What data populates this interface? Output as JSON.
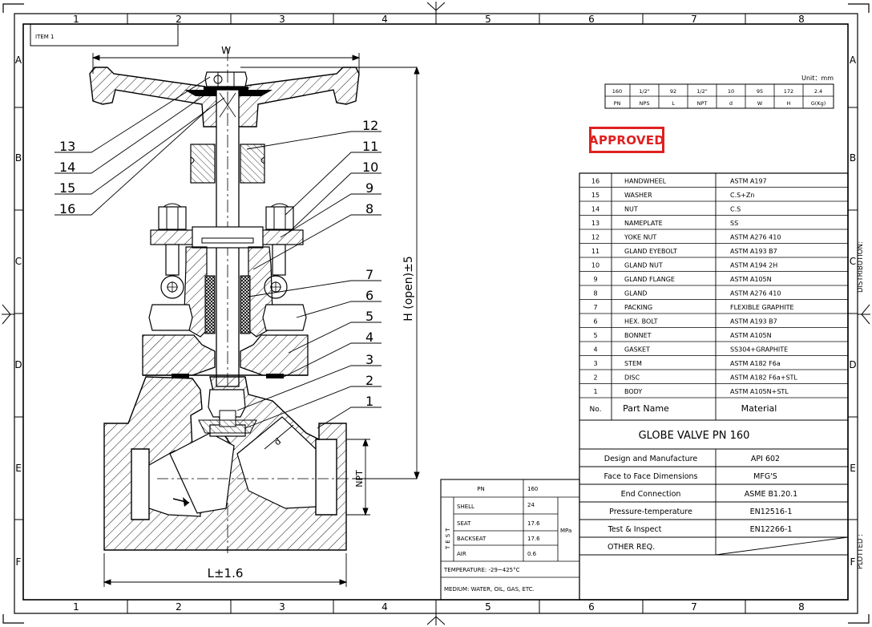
{
  "border": {
    "columns": [
      "1",
      "2",
      "3",
      "4",
      "5",
      "6",
      "7",
      "8"
    ],
    "rows": [
      "A",
      "B",
      "C",
      "D",
      "E",
      "F"
    ],
    "right_labels": [
      "DISTRIBUTION:",
      "PLOTTED :"
    ]
  },
  "drawing": {
    "item_label": "ITEM 1",
    "dim_w": "W",
    "dim_h": "H (open)±5",
    "dim_l": "L±1.6",
    "dim_npt": "NPT",
    "dim_d": "d",
    "balloons": [
      "1",
      "2",
      "3",
      "4",
      "5",
      "6",
      "7",
      "8",
      "9",
      "10",
      "11",
      "12",
      "13",
      "14",
      "15",
      "16"
    ]
  },
  "dimension_table": {
    "unit": "Unit：mm",
    "values": [
      "160",
      "1/2\"",
      "92",
      "1/2\"",
      "10",
      "95",
      "172",
      "2.4"
    ],
    "headers": [
      "PN",
      "NPS",
      "L",
      "NPT",
      "d",
      "W",
      "H",
      "G(Kg)"
    ]
  },
  "stamp": "APPROVED",
  "parts": {
    "rows": [
      {
        "no": "16",
        "name": "HANDWHEEL",
        "material": "ASTM A197"
      },
      {
        "no": "15",
        "name": "WASHER",
        "material": "C.S+Zn"
      },
      {
        "no": "14",
        "name": "NUT",
        "material": "C.S"
      },
      {
        "no": "13",
        "name": "NAMEPLATE",
        "material": "SS"
      },
      {
        "no": "12",
        "name": "YOKE NUT",
        "material": "ASTM A276 410"
      },
      {
        "no": "11",
        "name": "GLAND EYEBOLT",
        "material": "ASTM A193 B7"
      },
      {
        "no": "10",
        "name": "GLAND NUT",
        "material": "ASTM A194 2H"
      },
      {
        "no": "9",
        "name": "GLAND FLANGE",
        "material": "ASTM A105N"
      },
      {
        "no": "8",
        "name": "GLAND",
        "material": "ASTM A276 410"
      },
      {
        "no": "7",
        "name": "PACKING",
        "material": "FLEXIBLE GRAPHITE"
      },
      {
        "no": "6",
        "name": "HEX. BOLT",
        "material": "ASTM A193 B7"
      },
      {
        "no": "5",
        "name": "BONNET",
        "material": "ASTM A105N"
      },
      {
        "no": "4",
        "name": "GASKET",
        "material": "SS304+GRAPHITE"
      },
      {
        "no": "3",
        "name": "STEM",
        "material": "ASTM A182 F6a"
      },
      {
        "no": "2",
        "name": "DISC",
        "material": "ASTM A182 F6a+STL"
      },
      {
        "no": "1",
        "name": "BODY",
        "material": "ASTM A105N+STL"
      }
    ],
    "header": {
      "no": "No.",
      "name": "Part Name",
      "material": "Material"
    }
  },
  "title": "GLOBE VALVE PN 160",
  "specs": [
    {
      "label": "Design and Manufacture",
      "value": "API 602"
    },
    {
      "label": "Face to Face Dimensions",
      "value": "MFG'S"
    },
    {
      "label": "End Connection",
      "value": "ASME B1.20.1"
    },
    {
      "label": "Pressure-temperature",
      "value": "EN12516-1"
    },
    {
      "label": "Test & Inspect",
      "value": "EN12266-1"
    },
    {
      "label": "OTHER REQ.",
      "value": ""
    }
  ],
  "test_table": {
    "pn_label": "PN",
    "pn_value": "160",
    "side_label": "TEST",
    "unit": "MPa",
    "rows": [
      {
        "label": "SHELL",
        "value": "24"
      },
      {
        "label": "SEAT",
        "value": "17.6"
      },
      {
        "label": "BACKSEAT",
        "value": "17.6"
      },
      {
        "label": "AIR",
        "value": "0.6"
      }
    ],
    "temperature": "TEMPERATURE: -29~425°C",
    "medium": "MEDIUM: WATER, OIL, GAS, ETC."
  }
}
